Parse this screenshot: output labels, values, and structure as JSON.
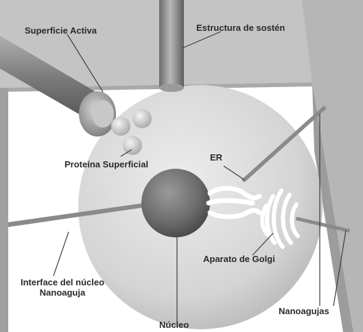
{
  "labels": {
    "surface_active": "Superficie Activa",
    "support_structure": "Estructura de sostén",
    "surface_protein": "Proteína Superficial",
    "er": "ER",
    "golgi": "Aparato de Golgi",
    "nucleus_interface_line1": "Interface del núcleo",
    "nucleus_interface_line2": "Nanoaguja",
    "nucleus": "Núcleo",
    "nanoneedles": "Nanoagujas"
  },
  "colors": {
    "background": "#ffffff",
    "support_frame": "#bdbdbd",
    "cell_body": "#d6d6d6",
    "nucleus": "#6e6e6e",
    "needle": "#8a8a8a",
    "organelle": "#ffffff",
    "leader_line": "#3a3a3a",
    "text": "#2a2a2a"
  }
}
